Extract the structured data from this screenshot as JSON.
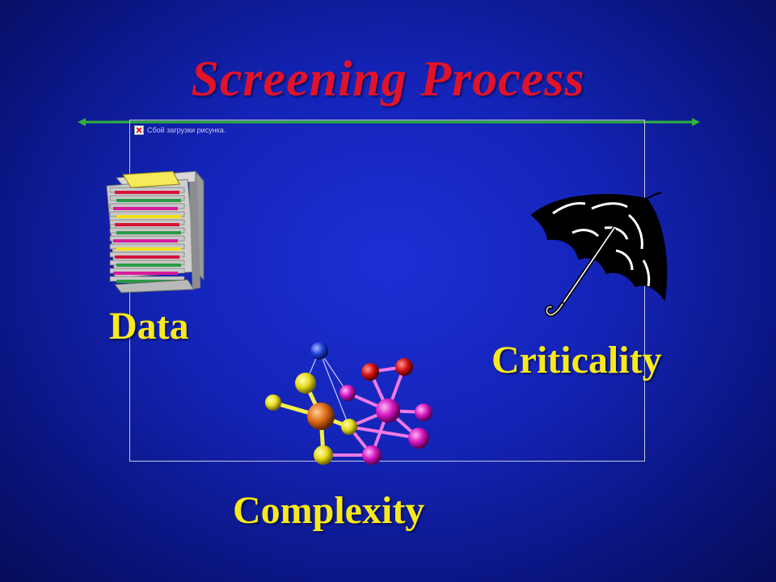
{
  "slide": {
    "title": "Screening Process",
    "broken_image_caption": "Сбой загрузки рисунка.",
    "labels": {
      "data": "Data",
      "criticality": "Criticality",
      "complexity": "Complexity"
    }
  },
  "colors": {
    "background": "#1424b8",
    "title": "#e0132b",
    "labels": "#f7e91b",
    "rule": "#2fb33a"
  },
  "icons": {
    "documents": "document-stack-icon",
    "umbrella": "umbrella-icon",
    "molecule": "molecule-icon",
    "broken_image": "broken-image-icon"
  }
}
